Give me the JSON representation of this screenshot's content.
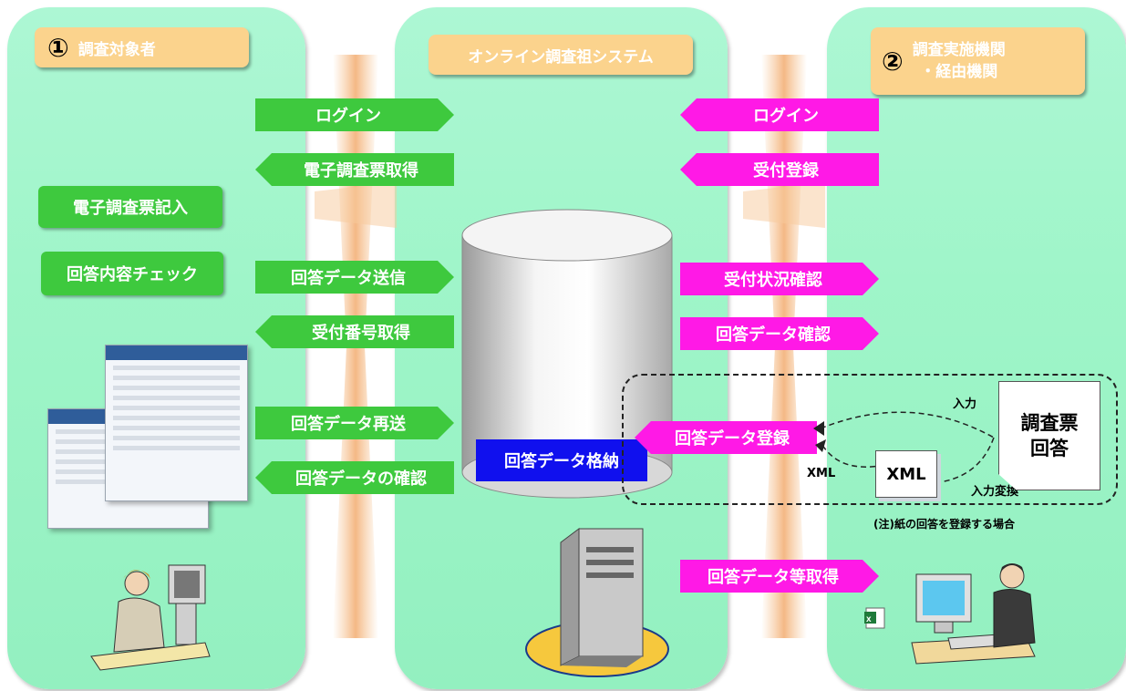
{
  "panels": {
    "left_label": {
      "num": "①",
      "text": "調査対象者"
    },
    "center_label": {
      "text": "オンライン調査祖システム"
    },
    "right_label": {
      "num": "②",
      "line1": "調査実施機関",
      "line2": "・経由機関"
    }
  },
  "left_arrows": {
    "login": "ログイン",
    "get_form": "電子調査票取得",
    "send_data": "回答データ送信",
    "get_receipt": "受付番号取得",
    "resend": "回答データ再送",
    "confirm": "回答データの確認"
  },
  "left_boxes": {
    "fill_form": "電子調査票記入",
    "check": "回答内容チェック"
  },
  "right_arrows": {
    "login": "ログイン",
    "register": "受付登録",
    "status": "受付状況確認",
    "data_confirm": "回答データ確認",
    "data_register": "回答データ登録",
    "data_get": "回答データ等取得"
  },
  "center": {
    "store": "回答データ格納"
  },
  "paper_flow": {
    "doc_line1": "調査票",
    "doc_line2": "回答",
    "xml_doc": "XML",
    "input_label": "入力",
    "xml_label": "XML",
    "convert_label": "入力変換",
    "note": "(注)紙の回答を登録する場合"
  },
  "colors": {
    "panel": "#9ff5c9",
    "green_arrow": "#3ec93e",
    "pink_arrow": "#ff19e6",
    "label_bg": "#fbd38d",
    "store_box": "#1010ee"
  }
}
